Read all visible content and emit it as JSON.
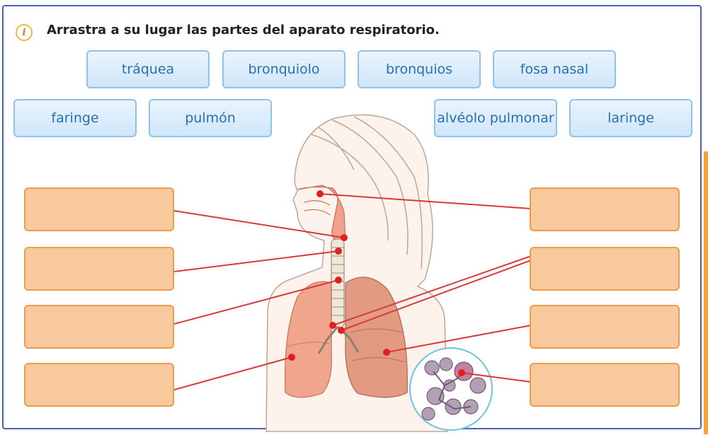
{
  "instruction": "Arrastra a su lugar las partes del aparato respiratorio.",
  "info_icon": "i",
  "chips": [
    {
      "id": "traquea",
      "label": "tráquea"
    },
    {
      "id": "bronquiolo",
      "label": "bronquiolo"
    },
    {
      "id": "bronquios",
      "label": "bronquios"
    },
    {
      "id": "fosa-nasal",
      "label": "fosa nasal"
    },
    {
      "id": "faringe",
      "label": "faringe"
    },
    {
      "id": "pulmon",
      "label": "pulmón"
    },
    {
      "id": "alveolo-pulmonar",
      "label": "alvéolo pulmonar"
    },
    {
      "id": "laringe",
      "label": "laringe"
    }
  ],
  "colors": {
    "chip_text": "#2a6fb4",
    "chip_border": "#8fc3ea",
    "slot_fill": "#f8c99c",
    "slot_border": "#eb9d4a",
    "pointer_line": "#d63a3a",
    "frame_border": "#4a63b8"
  }
}
